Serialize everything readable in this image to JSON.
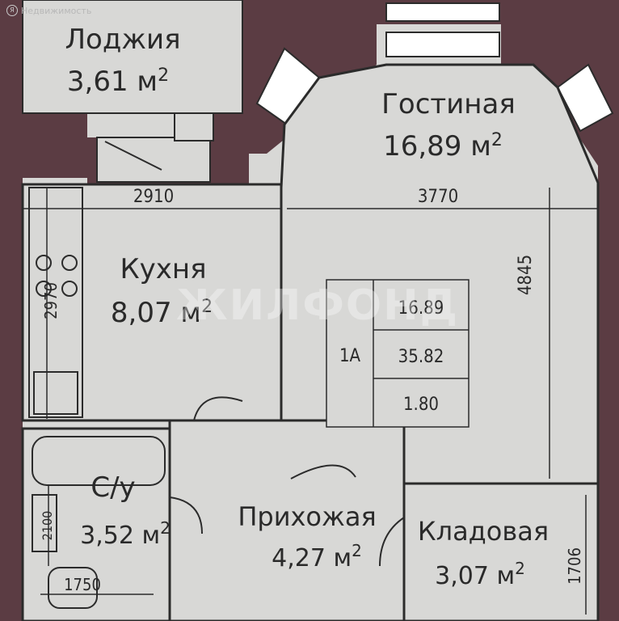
{
  "watermark": {
    "badge": "Я",
    "text": "Недвижимость",
    "large": "ЖИЛФОНД"
  },
  "rooms": [
    {
      "id": "loggia",
      "name": "Лоджия",
      "area": "3,61 м",
      "sup": "2"
    },
    {
      "id": "living",
      "name": "Гостиная",
      "area": "16,89 м",
      "sup": "2"
    },
    {
      "id": "kitchen",
      "name": "Кухня",
      "area": "8,07 м",
      "sup": "2"
    },
    {
      "id": "bath",
      "name": "С/у",
      "area": "3,52 м",
      "sup": "2"
    },
    {
      "id": "hall",
      "name": "Прихожая",
      "area": "4,27 м",
      "sup": "2"
    },
    {
      "id": "storage",
      "name": "Кладовая",
      "area": "3,07 м",
      "sup": "2"
    }
  ],
  "dimensions": {
    "kitchen_width": "2910",
    "living_width": "3770",
    "living_height": "4845",
    "kitchen_height": "2970",
    "bath_height": "2100",
    "bath_width": "1750",
    "storage_height": "1706"
  },
  "summary_table": {
    "label": "1А",
    "living_area": "16.89",
    "total_area": "35.82",
    "ceiling": "1.80"
  },
  "colors": {
    "wall": "#5b3c43",
    "floor": "#d8d8d6",
    "line": "#2b2b2b"
  }
}
